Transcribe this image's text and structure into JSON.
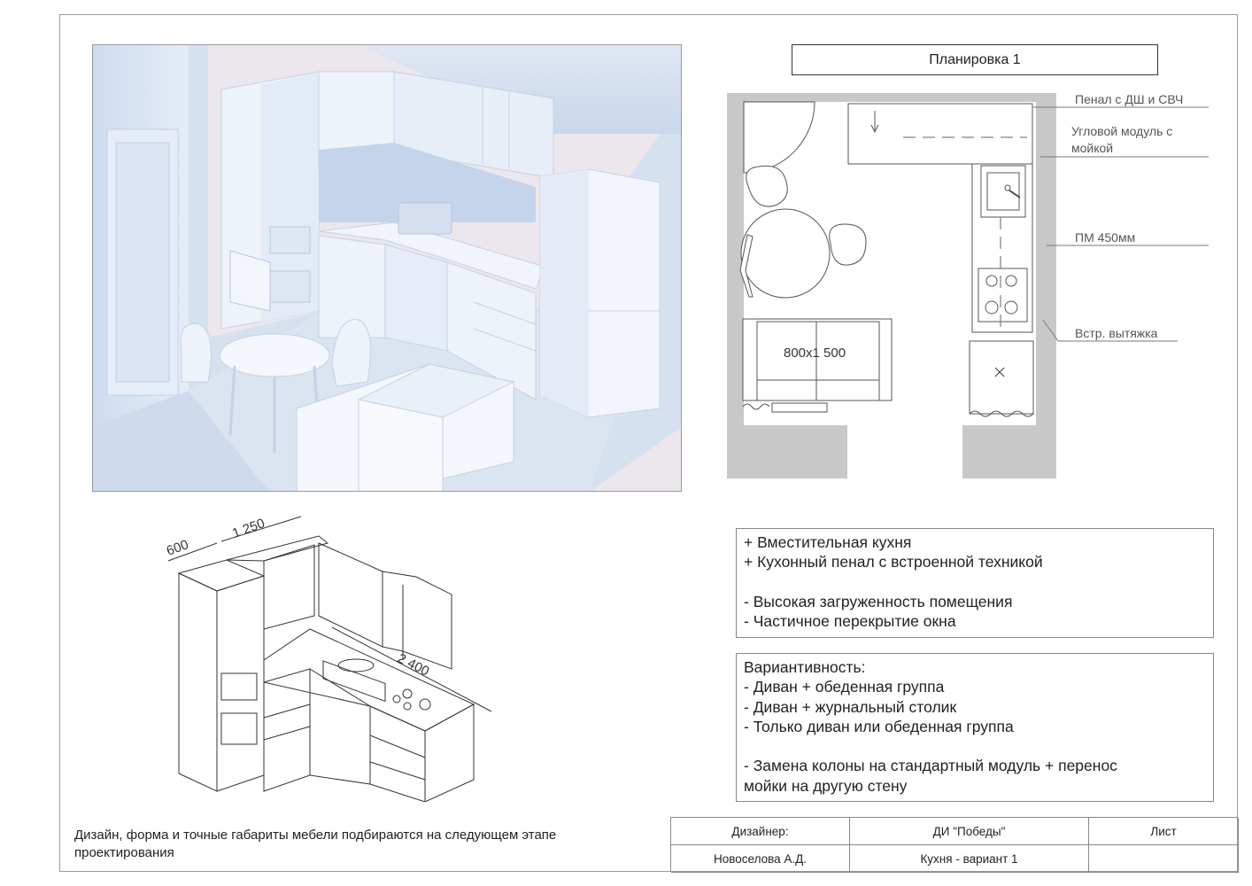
{
  "plan": {
    "title": "Планировка 1",
    "sofa_label": "800х1 500",
    "callouts": [
      {
        "text": "Пенал с ДШ и СВЧ"
      },
      {
        "text": "Угловой модуль с мойкой"
      },
      {
        "text": "ПМ 450мм"
      },
      {
        "text": "Встр. вытяжка"
      }
    ]
  },
  "isometric": {
    "dim_depth": "600",
    "dim_width": "1 250",
    "dim_length": "2 400"
  },
  "pros_cons": [
    "+ Вместительная кухня",
    "+ Кухонный пенал с встроенной техникой",
    "",
    "- Высокая загруженность помещения",
    "- Частичное перекрытие окна"
  ],
  "variants": [
    "Вариантивность:",
    "- Диван + обеденная группа",
    "- Диван + журнальный столик",
    "- Только диван или обеденная группа",
    "",
    "- Замена колоны на стандартный модуль + перенос",
    "мойки на другую стену"
  ],
  "footer_note": "Дизайн, форма и точные габариты мебели подбираются на следующем этапе проектирования",
  "title_block": {
    "designer_label": "Дизайнер:",
    "designer_name": "Новоселова А.Д.",
    "project": "ДИ \"Победы\"",
    "sheet_title": "Кухня - вариант 1",
    "sheet_label": "Лист"
  }
}
